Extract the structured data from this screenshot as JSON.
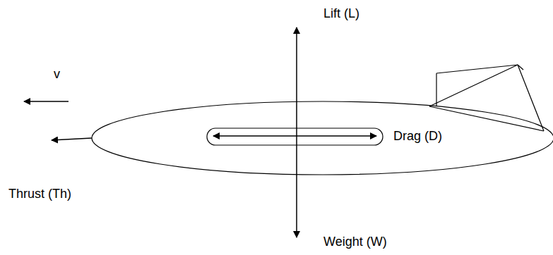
{
  "diagram": {
    "labels": [
      "Lift (L)",
      "v",
      "Drag (D)",
      "Thrust (Th)",
      "Weight (W)"
    ]
  }
}
